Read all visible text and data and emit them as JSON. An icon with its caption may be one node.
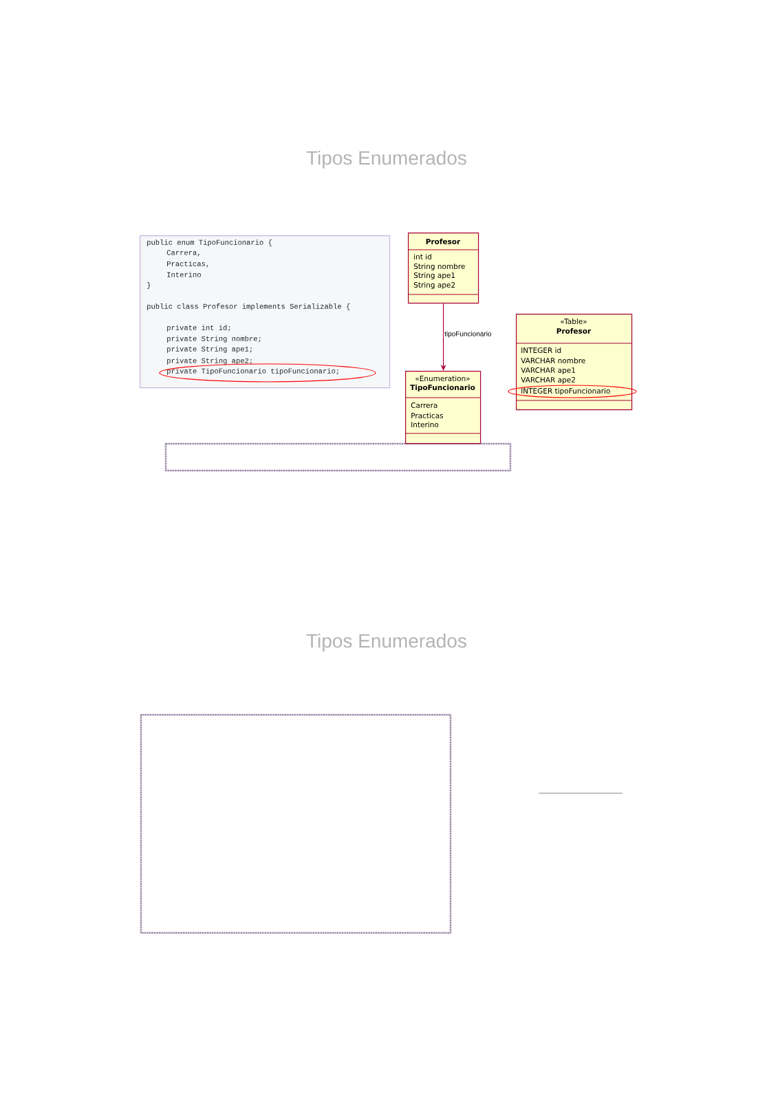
{
  "diagram": {
    "title": "Tipos Enumerados",
    "nodes": [
      {
        "text": [
          "public enum TipoFuncionario {",
          "Carrera,",
          "Practicas,",
          "Interino",
          "}",
          "public class Profesor implements Serializable {",
          "private int id;",
          "private String nombre;",
          "private String ape1;",
          "private String ape2;",
          "private TipoFuncionario tipoFuncionario;"
        ]
      },
      {
        "text": [
          "Profesor",
          "int id",
          "String nombre",
          "String ape1",
          "String ape2"
        ]
      },
      {
        "text": [
          "«Enumeration»",
          "TipoFuncionario",
          "Carrera",
          "Practicas",
          "Interino"
        ]
      },
      {
        "text": [
          "«Table»",
          "Profesor",
          "INTEGER id",
          "VARCHAR nombre",
          "VARCHAR ape1",
          "VARCHAR ape2",
          "INTEGER tipoFuncionario"
        ]
      }
    ],
    "edges": [
      {
        "from": 1,
        "to": 2,
        "arrow": "to",
        "label": "tipoFuncionario"
      }
    ],
    "labels": [
      "Tipos Enumerados"
    ]
  }
}
